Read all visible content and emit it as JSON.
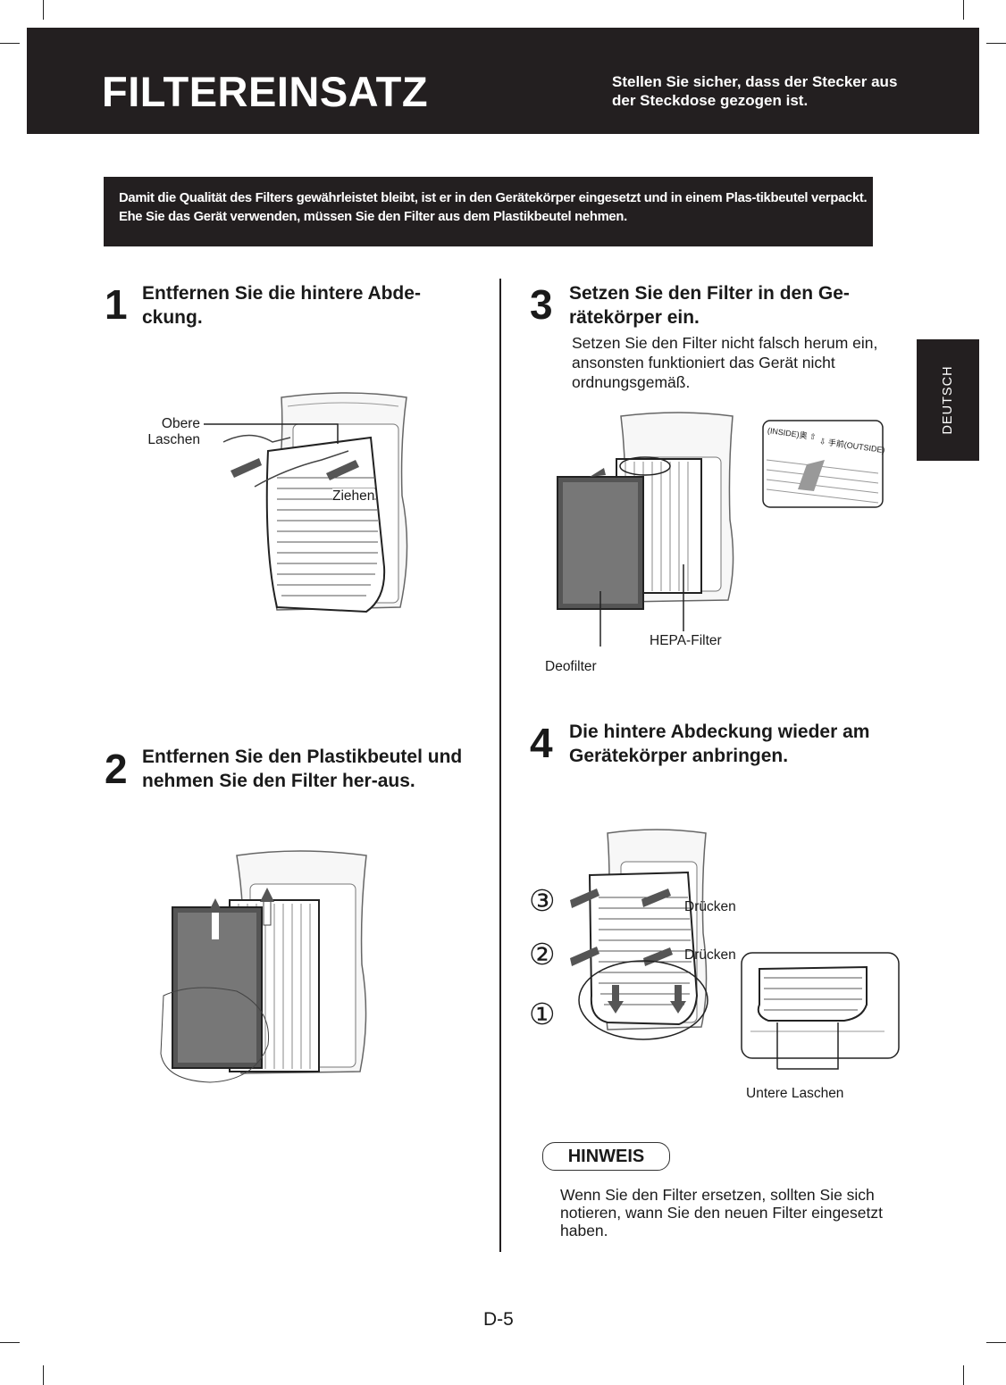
{
  "header": {
    "title": "FILTEREINSATZ",
    "warning": "Stellen Sie sicher, dass der Stecker aus der Steckdose gezogen ist."
  },
  "notice": "Damit die Qualität des Filters gewährleistet bleibt, ist er in den Gerätekörper eingesetzt und in einem Plas-tikbeutel verpackt. Ehe Sie das Gerät verwenden, müssen Sie den Filter aus dem Plastikbeutel nehmen.",
  "side_tab": "DEUTSCH",
  "steps": [
    {
      "number": "1",
      "title": "Entfernen Sie die hintere Abde-ckung.",
      "labels": {
        "upper_tabs": "Obere Laschen",
        "pull": "Ziehen"
      }
    },
    {
      "number": "2",
      "title": "Entfernen Sie den Plastikbeutel und nehmen Sie den Filter her-aus."
    },
    {
      "number": "3",
      "title": "Setzen Sie den Filter in den Ge-rätekörper ein.",
      "text": "Setzen Sie den Filter nicht falsch herum ein, ansonsten funktioniert das Gerät nicht ordnungsgemäß.",
      "labels": {
        "hepa": "HEPA-Filter",
        "deo": "Deofilter",
        "inside_label": "(INSIDE)奥 ⇧",
        "outside_label": "⇩ 手前(OUTSIDE)"
      }
    },
    {
      "number": "4",
      "title": "Die hintere Abdeckung wieder am Gerätekörper anbringen.",
      "labels": {
        "press_1": "Drücken",
        "press_2": "Drücken",
        "lower_tabs": "Untere Laschen",
        "order": [
          "③",
          "②",
          "①"
        ]
      }
    }
  ],
  "note": {
    "heading": "HINWEIS",
    "text": "Wenn Sie den Filter ersetzen, sollten Sie sich notieren, wann Sie den neuen Filter eingesetzt haben."
  },
  "page_number": "D-5"
}
